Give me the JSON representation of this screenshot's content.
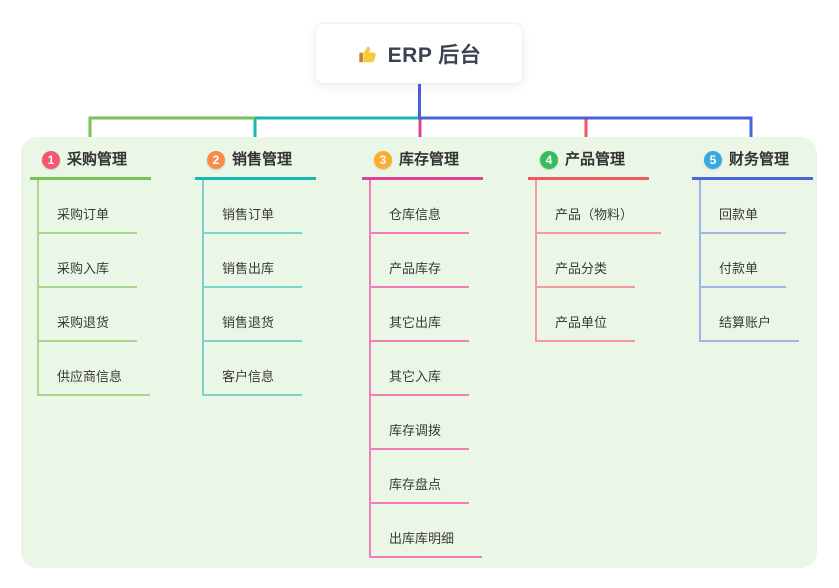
{
  "root": {
    "label": "ERP 后台",
    "icon": "thumbs-up",
    "icon_color": "#F8C93C",
    "icon_cuff_color": "#C2862F",
    "text_color": "#3B4252",
    "line_color": "#4A5FD8"
  },
  "panel": {
    "bg_color": "#EAF7E6"
  },
  "branches": [
    {
      "index": "1",
      "title": "采购管理",
      "badge_color": "#F4566E",
      "line_color": "#7CC252",
      "child_line_color": "#A9D78F",
      "children": [
        "采购订单",
        "采购入库",
        "采购退货",
        "供应商信息"
      ]
    },
    {
      "index": "2",
      "title": "销售管理",
      "badge_color": "#FB8A4B",
      "line_color": "#18B7B0",
      "child_line_color": "#7CD3CD",
      "children": [
        "销售订单",
        "销售出库",
        "销售退货",
        "客户信息"
      ]
    },
    {
      "index": "3",
      "title": "库存管理",
      "badge_color": "#FBAC33",
      "line_color": "#DB4397",
      "child_line_color": "#F07EB8",
      "children": [
        "仓库信息",
        "产品库存",
        "其它出库",
        "其它入库",
        "库存调拨",
        "库存盘点",
        "出库库明细"
      ]
    },
    {
      "index": "4",
      "title": "产品管理",
      "badge_color": "#36BC5B",
      "line_color": "#F2565E",
      "child_line_color": "#F79A9E",
      "children": [
        "产品（物料）",
        "产品分类",
        "产品单位"
      ]
    },
    {
      "index": "5",
      "title": "财务管理",
      "badge_color": "#38A8E0",
      "line_color": "#4A67D8",
      "child_line_color": "#9FB3E6",
      "children": [
        "回款单",
        "付款单",
        "结算账户"
      ]
    }
  ]
}
